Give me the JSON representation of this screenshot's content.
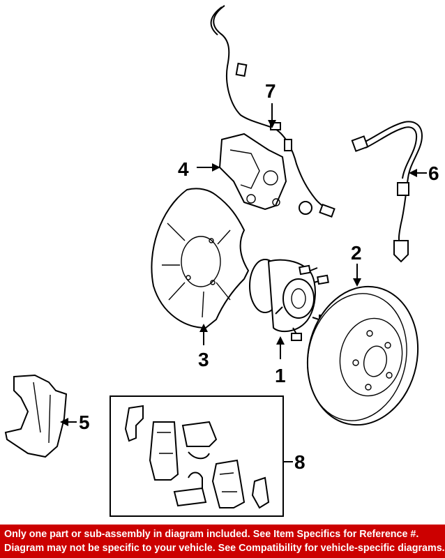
{
  "callouts": {
    "c1": "1",
    "c2": "2",
    "c3": "3",
    "c4": "4",
    "c5": "5",
    "c6": "6",
    "c7": "7",
    "c8": "8"
  },
  "footer": {
    "line1": "Only one part or sub-assembly in diagram included. See Item Specifics for Reference #.",
    "line2": "Diagram may not be specific to your vehicle. See Compatibility for vehicle-specific diagrams."
  },
  "colors": {
    "footer_bg": "#cc0000",
    "footer_text": "#ffffff",
    "line": "#000000"
  }
}
